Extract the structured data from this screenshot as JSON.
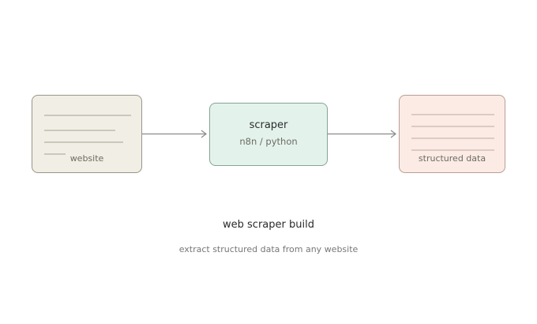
{
  "diagram": {
    "nodes": [
      {
        "label": "website"
      },
      {
        "title": "scraper",
        "subtitle": "n8n / python"
      },
      {
        "label": "structured data"
      }
    ],
    "caption": {
      "title": "web scraper build",
      "subtitle": "extract structured data from any website"
    }
  }
}
